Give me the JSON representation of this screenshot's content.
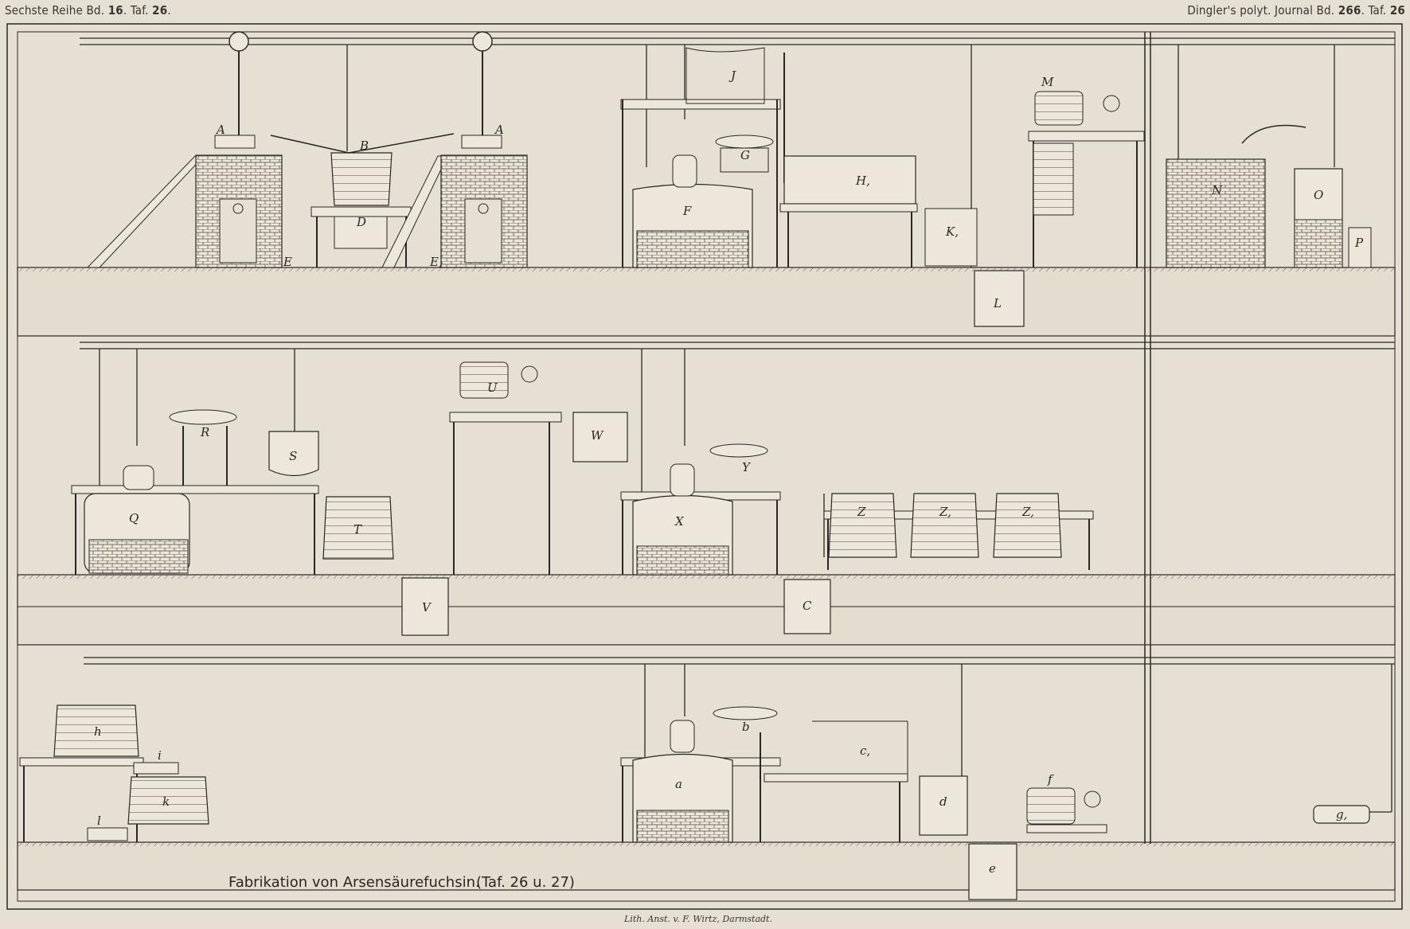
{
  "header": {
    "left_prefix": "Sechste Reihe Bd.",
    "left_vol": "16",
    "left_mid": ". Taf.",
    "left_plate": "26",
    "left_end": ".",
    "right_prefix": "Dingler's polyt. Journal  Bd.",
    "right_vol": "266",
    "right_mid": ". Taf.",
    "right_plate": "26"
  },
  "title": "Fabrikation von Arsensäurefuchsin.",
  "title_ref": "(Taf. 26 u. 27)",
  "credit": "Lith. Anst. v. F. Wirtz, Darmstadt.",
  "labels": {
    "A1": "A",
    "A2": "A",
    "B": "B",
    "D": "D",
    "E1": "E",
    "E2": "E,",
    "J": "J",
    "F": "F",
    "G": "G",
    "H1": "H,",
    "K1": "K,",
    "L": "L",
    "M": "M",
    "N": "N",
    "O": "O",
    "P": "P",
    "Q": "Q",
    "R": "R",
    "S": "S",
    "T": "T",
    "U": "U",
    "V": "V",
    "W": "W",
    "X": "X",
    "Y": "Y",
    "C": "C",
    "Z": "Z",
    "Z1": "Z,",
    "Z2": "Z,",
    "h": "h",
    "i": "i",
    "k": "k",
    "l": "l",
    "a": "a",
    "b": "b",
    "c1": "c,",
    "d": "d",
    "e": "e",
    "f": "f",
    "g1": "g,"
  },
  "colors": {
    "paper": "#e6dfd3",
    "ink": "#2a2623",
    "wall": "#ddd5c8"
  }
}
